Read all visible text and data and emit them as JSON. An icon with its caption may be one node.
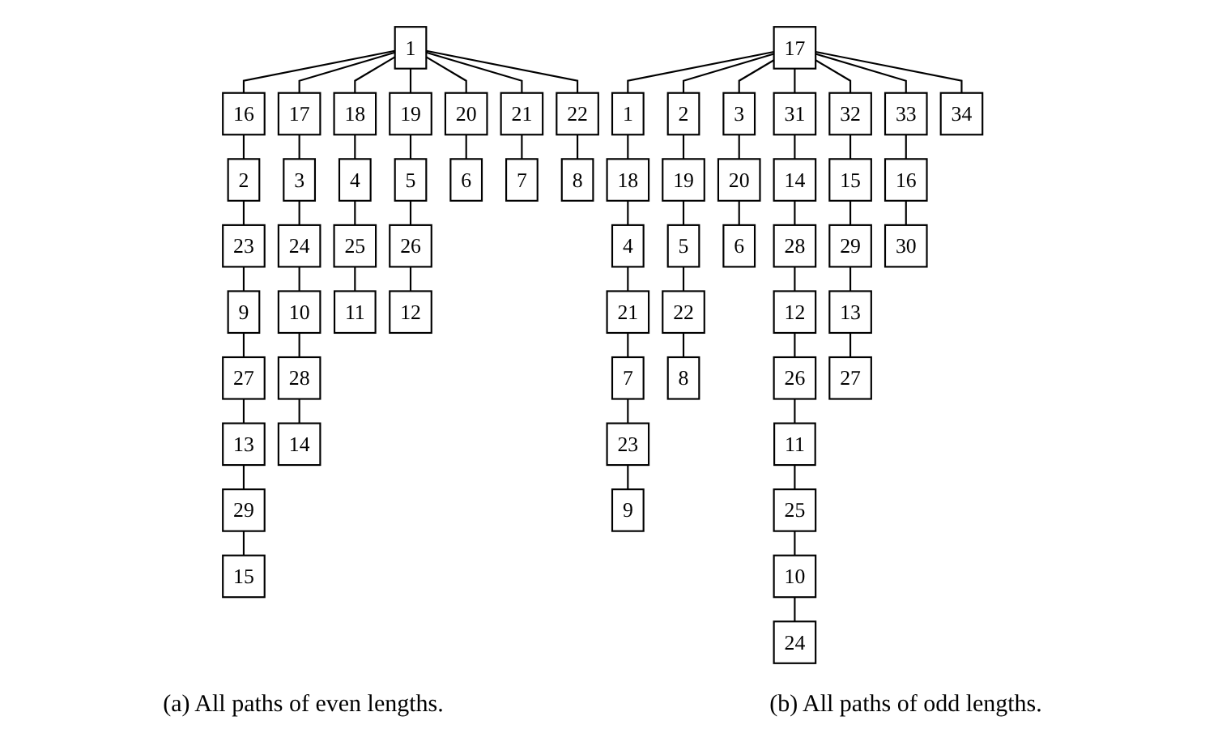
{
  "diagram": {
    "nodes": [
      {
        "text": [
          "1"
        ]
      },
      {
        "text": [
          "16"
        ]
      },
      {
        "text": [
          "17"
        ]
      },
      {
        "text": [
          "18"
        ]
      },
      {
        "text": [
          "19"
        ]
      },
      {
        "text": [
          "20"
        ]
      },
      {
        "text": [
          "21"
        ]
      },
      {
        "text": [
          "22"
        ]
      },
      {
        "text": [
          "2"
        ]
      },
      {
        "text": [
          "3"
        ]
      },
      {
        "text": [
          "4"
        ]
      },
      {
        "text": [
          "5"
        ]
      },
      {
        "text": [
          "6"
        ]
      },
      {
        "text": [
          "7"
        ]
      },
      {
        "text": [
          "8"
        ]
      },
      {
        "text": [
          "23"
        ]
      },
      {
        "text": [
          "24"
        ]
      },
      {
        "text": [
          "25"
        ]
      },
      {
        "text": [
          "26"
        ]
      },
      {
        "text": [
          "9"
        ]
      },
      {
        "text": [
          "10"
        ]
      },
      {
        "text": [
          "11"
        ]
      },
      {
        "text": [
          "12"
        ]
      },
      {
        "text": [
          "27"
        ]
      },
      {
        "text": [
          "28"
        ]
      },
      {
        "text": [
          "13"
        ]
      },
      {
        "text": [
          "14"
        ]
      },
      {
        "text": [
          "29"
        ]
      },
      {
        "text": [
          "15"
        ]
      },
      {
        "text": [
          "17"
        ]
      },
      {
        "text": [
          "1"
        ]
      },
      {
        "text": [
          "2"
        ]
      },
      {
        "text": [
          "3"
        ]
      },
      {
        "text": [
          "31"
        ]
      },
      {
        "text": [
          "32"
        ]
      },
      {
        "text": [
          "33"
        ]
      },
      {
        "text": [
          "34"
        ]
      },
      {
        "text": [
          "18"
        ]
      },
      {
        "text": [
          "19"
        ]
      },
      {
        "text": [
          "20"
        ]
      },
      {
        "text": [
          "14"
        ]
      },
      {
        "text": [
          "15"
        ]
      },
      {
        "text": [
          "16"
        ]
      },
      {
        "text": [
          "4"
        ]
      },
      {
        "text": [
          "5"
        ]
      },
      {
        "text": [
          "6"
        ]
      },
      {
        "text": [
          "28"
        ]
      },
      {
        "text": [
          "29"
        ]
      },
      {
        "text": [
          "30"
        ]
      },
      {
        "text": [
          "21"
        ]
      },
      {
        "text": [
          "22"
        ]
      },
      {
        "text": [
          "12"
        ]
      },
      {
        "text": [
          "13"
        ]
      },
      {
        "text": [
          "7"
        ]
      },
      {
        "text": [
          "8"
        ]
      },
      {
        "text": [
          "26"
        ]
      },
      {
        "text": [
          "27"
        ]
      },
      {
        "text": [
          "23"
        ]
      },
      {
        "text": [
          "11"
        ]
      },
      {
        "text": [
          "9"
        ]
      },
      {
        "text": [
          "25"
        ]
      },
      {
        "text": [
          "10"
        ]
      },
      {
        "text": [
          "24"
        ]
      }
    ],
    "edges": [
      {
        "from": 0,
        "to": 1,
        "arrow": "none"
      },
      {
        "from": 0,
        "to": 2,
        "arrow": "none"
      },
      {
        "from": 0,
        "to": 3,
        "arrow": "none"
      },
      {
        "from": 0,
        "to": 4,
        "arrow": "none"
      },
      {
        "from": 0,
        "to": 5,
        "arrow": "none"
      },
      {
        "from": 0,
        "to": 6,
        "arrow": "none"
      },
      {
        "from": 0,
        "to": 7,
        "arrow": "none"
      },
      {
        "from": 1,
        "to": 8,
        "arrow": "none"
      },
      {
        "from": 2,
        "to": 9,
        "arrow": "none"
      },
      {
        "from": 3,
        "to": 10,
        "arrow": "none"
      },
      {
        "from": 4,
        "to": 11,
        "arrow": "none"
      },
      {
        "from": 5,
        "to": 12,
        "arrow": "none"
      },
      {
        "from": 6,
        "to": 13,
        "arrow": "none"
      },
      {
        "from": 7,
        "to": 14,
        "arrow": "none"
      },
      {
        "from": 8,
        "to": 15,
        "arrow": "none"
      },
      {
        "from": 9,
        "to": 16,
        "arrow": "none"
      },
      {
        "from": 10,
        "to": 17,
        "arrow": "none"
      },
      {
        "from": 11,
        "to": 18,
        "arrow": "none"
      },
      {
        "from": 15,
        "to": 19,
        "arrow": "none"
      },
      {
        "from": 16,
        "to": 20,
        "arrow": "none"
      },
      {
        "from": 17,
        "to": 21,
        "arrow": "none"
      },
      {
        "from": 18,
        "to": 22,
        "arrow": "none"
      },
      {
        "from": 19,
        "to": 23,
        "arrow": "none"
      },
      {
        "from": 20,
        "to": 24,
        "arrow": "none"
      },
      {
        "from": 23,
        "to": 25,
        "arrow": "none"
      },
      {
        "from": 24,
        "to": 26,
        "arrow": "none"
      },
      {
        "from": 25,
        "to": 27,
        "arrow": "none"
      },
      {
        "from": 27,
        "to": 28,
        "arrow": "none"
      },
      {
        "from": 29,
        "to": 30,
        "arrow": "none"
      },
      {
        "from": 29,
        "to": 31,
        "arrow": "none"
      },
      {
        "from": 29,
        "to": 32,
        "arrow": "none"
      },
      {
        "from": 29,
        "to": 33,
        "arrow": "none"
      },
      {
        "from": 29,
        "to": 34,
        "arrow": "none"
      },
      {
        "from": 29,
        "to": 35,
        "arrow": "none"
      },
      {
        "from": 29,
        "to": 36,
        "arrow": "none"
      },
      {
        "from": 30,
        "to": 37,
        "arrow": "none"
      },
      {
        "from": 31,
        "to": 38,
        "arrow": "none"
      },
      {
        "from": 32,
        "to": 39,
        "arrow": "none"
      },
      {
        "from": 33,
        "to": 40,
        "arrow": "none"
      },
      {
        "from": 34,
        "to": 41,
        "arrow": "none"
      },
      {
        "from": 35,
        "to": 42,
        "arrow": "none"
      },
      {
        "from": 37,
        "to": 43,
        "arrow": "none"
      },
      {
        "from": 38,
        "to": 44,
        "arrow": "none"
      },
      {
        "from": 39,
        "to": 45,
        "arrow": "none"
      },
      {
        "from": 40,
        "to": 46,
        "arrow": "none"
      },
      {
        "from": 41,
        "to": 47,
        "arrow": "none"
      },
      {
        "from": 42,
        "to": 48,
        "arrow": "none"
      },
      {
        "from": 43,
        "to": 49,
        "arrow": "none"
      },
      {
        "from": 44,
        "to": 50,
        "arrow": "none"
      },
      {
        "from": 46,
        "to": 51,
        "arrow": "none"
      },
      {
        "from": 47,
        "to": 52,
        "arrow": "none"
      },
      {
        "from": 49,
        "to": 53,
        "arrow": "none"
      },
      {
        "from": 50,
        "to": 54,
        "arrow": "none"
      },
      {
        "from": 51,
        "to": 55,
        "arrow": "none"
      },
      {
        "from": 52,
        "to": 56,
        "arrow": "none"
      },
      {
        "from": 53,
        "to": 57,
        "arrow": "none"
      },
      {
        "from": 55,
        "to": 58,
        "arrow": "none"
      },
      {
        "from": 57,
        "to": 59,
        "arrow": "none"
      },
      {
        "from": 58,
        "to": 60,
        "arrow": "none"
      },
      {
        "from": 60,
        "to": 61,
        "arrow": "none"
      },
      {
        "from": 61,
        "to": 62,
        "arrow": "none"
      }
    ],
    "labels": [
      "(a) All paths of even lengths.",
      "(b) All paths of odd lengths."
    ]
  }
}
